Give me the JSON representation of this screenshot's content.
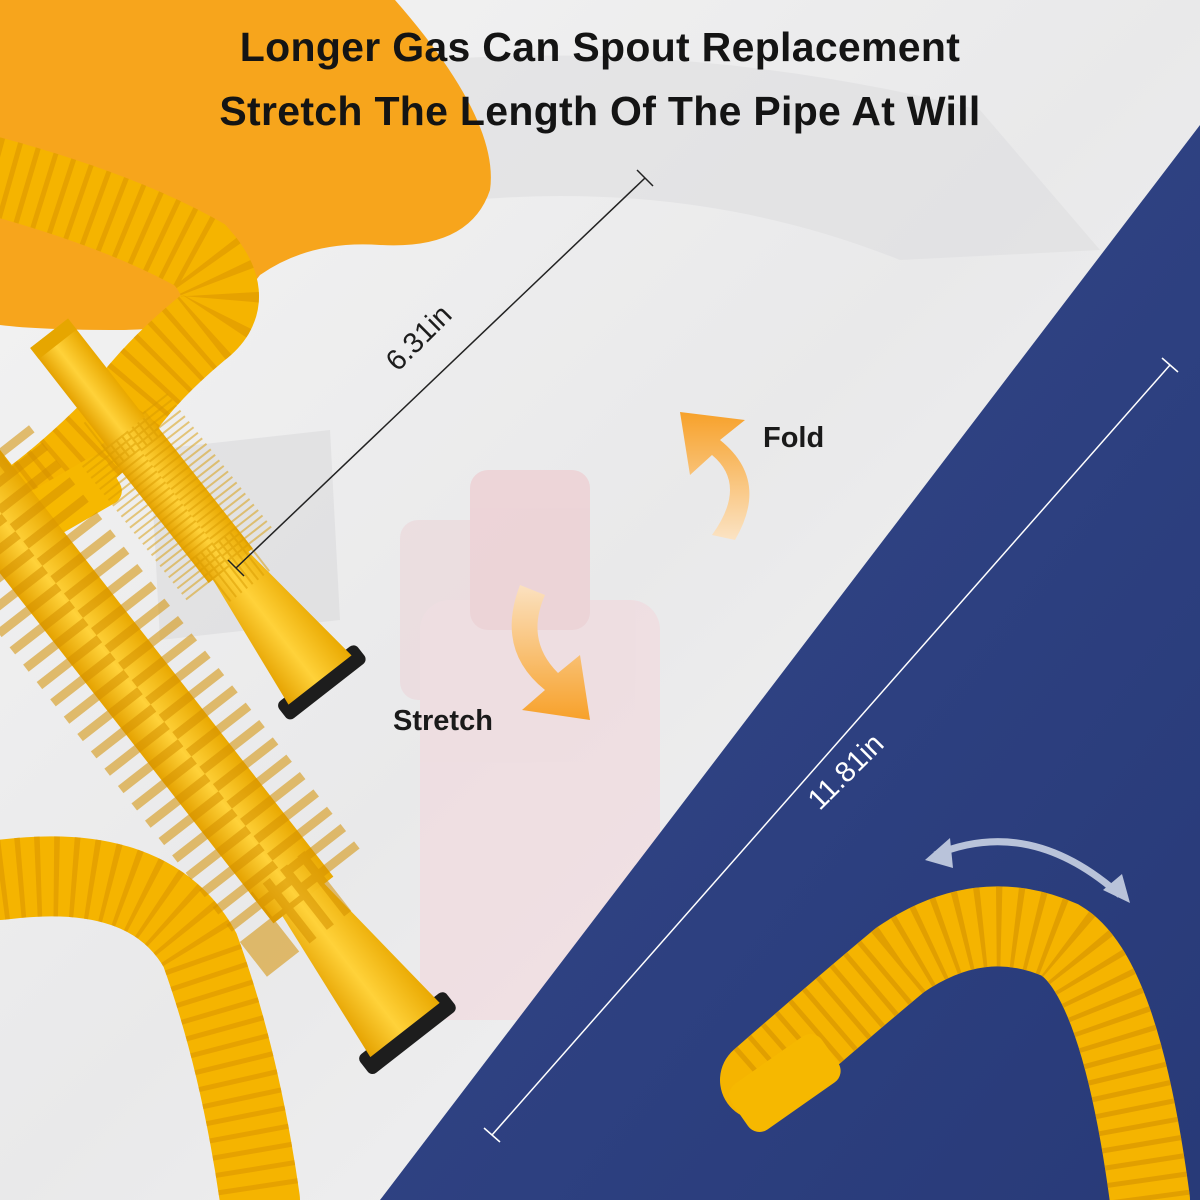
{
  "headline": {
    "line1": "Longer Gas Can Spout Replacement",
    "line2": "Stretch The Length Of The Pipe At Will"
  },
  "dimensions": {
    "short": "6.31in",
    "long": "11.81in"
  },
  "labels": {
    "fold": "Fold",
    "stretch": "Stretch"
  },
  "colors": {
    "accent_orange": "#f7a51c",
    "navy": "#2e4181",
    "spout_yellow": "#f5b400",
    "gasket_black": "#1d1d1d"
  }
}
